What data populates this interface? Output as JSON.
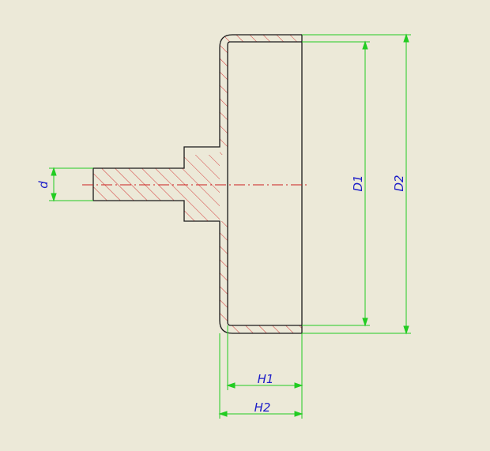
{
  "drawing": {
    "background": "#ece9d8",
    "outline_color": "#1a1a1a",
    "hatch_color": "#d43c3c",
    "centerline_color": "#cc2020",
    "dimension_color": "#22cc22",
    "label_color": "#1c1cc8"
  },
  "dimensions": {
    "d": "d",
    "D1": "D1",
    "D2": "D2",
    "H1": "H1",
    "H2": "H2"
  }
}
